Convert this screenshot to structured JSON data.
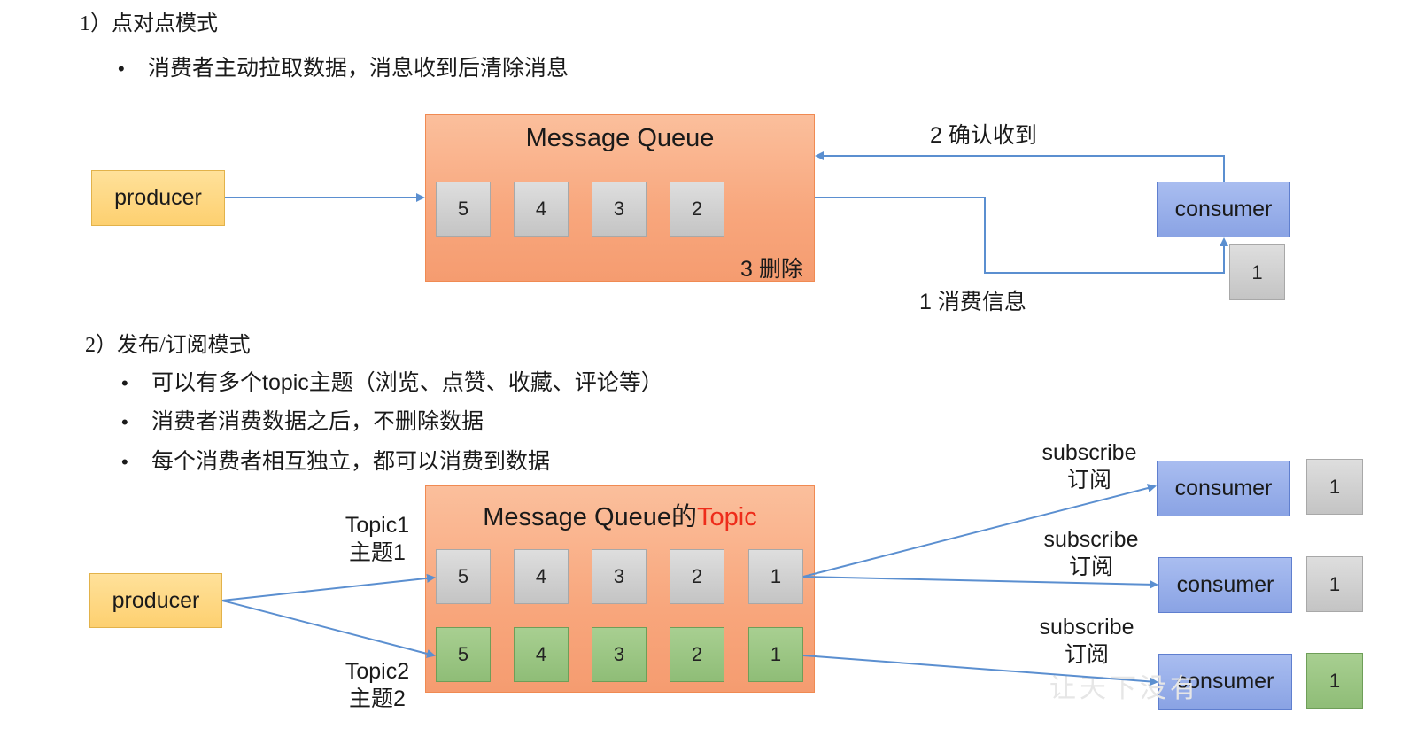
{
  "section1": {
    "heading": "1）点对点模式",
    "bullets": [
      "消费者主动拉取数据，消息收到后清除消息"
    ],
    "producer": "producer",
    "queue_title": "Message Queue",
    "queue_items": [
      "5",
      "4",
      "3",
      "2"
    ],
    "delete_label": "3 删除",
    "consumer": "consumer",
    "consumed_item": "1",
    "ack_label": "2 确认收到",
    "consume_label": "1 消费信息"
  },
  "section2": {
    "heading": "2）发布/订阅模式",
    "bullets": [
      "可以有多个topic主题（浏览、点赞、收藏、评论等）",
      "消费者消费数据之后，不删除数据",
      "每个消费者相互独立，都可以消费到数据"
    ],
    "producer": "producer",
    "queue_title": "Message Queue的",
    "queue_title_highlight": "Topic",
    "topic1_label": [
      "Topic1",
      "主题1"
    ],
    "topic2_label": [
      "Topic2",
      "主题2"
    ],
    "topic1_items": [
      "5",
      "4",
      "3",
      "2",
      "1"
    ],
    "topic2_items": [
      "5",
      "4",
      "3",
      "2",
      "1"
    ],
    "subscribers": [
      {
        "subscribe": "subscribe",
        "subscribe_cn": "订阅",
        "consumer": "consumer",
        "item": "1",
        "item_color": "gray"
      },
      {
        "subscribe": "subscribe",
        "subscribe_cn": "订阅",
        "consumer": "consumer",
        "item": "1",
        "item_color": "gray"
      },
      {
        "subscribe": "subscribe",
        "subscribe_cn": "订阅",
        "consumer": "consumer",
        "item": "1",
        "item_color": "green"
      }
    ]
  },
  "colors": {
    "arrow": "#5b8fd0",
    "queue_fill": "#f8a67c",
    "producer_fill": "#fdd070",
    "consumer_fill": "#8aa3e4",
    "cell_gray": "#cfcfcf",
    "cell_green": "#97c47e",
    "highlight": "#ee2c1a"
  },
  "watermark": "让天下没有",
  "icons": [
    "arrow-right-icon",
    "arrow-up-icon",
    "arrow-left-icon"
  ]
}
